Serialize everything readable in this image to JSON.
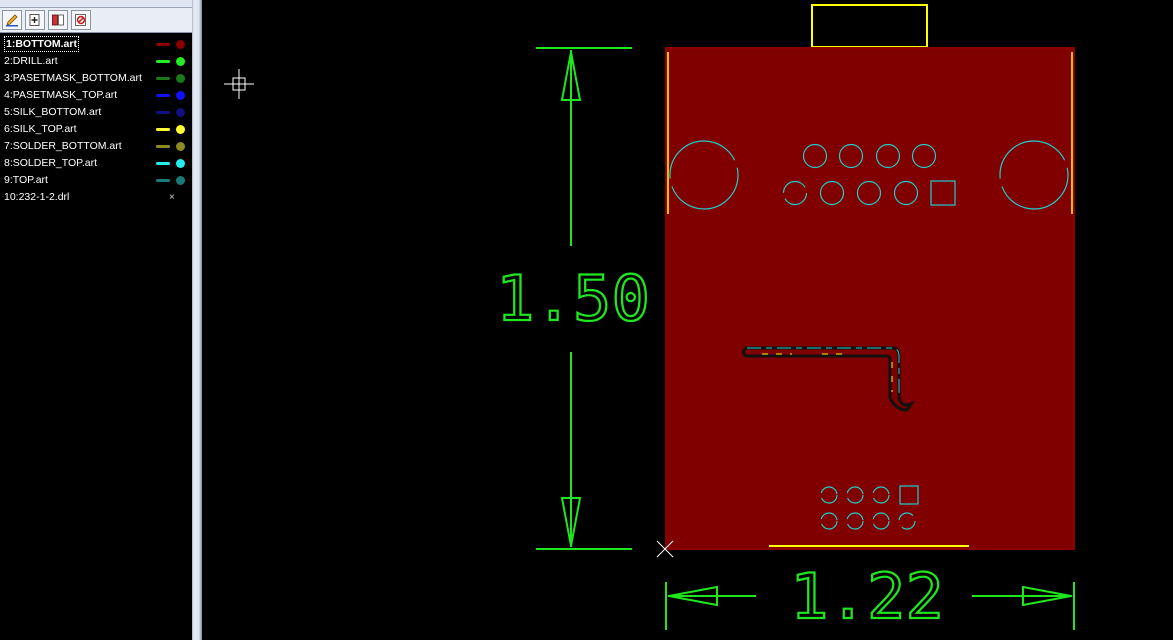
{
  "toolbar": {
    "buttons": [
      {
        "name": "pen-edit-icon"
      },
      {
        "name": "add-layer-icon"
      },
      {
        "name": "layers-icon"
      },
      {
        "name": "layers-delete-icon"
      }
    ]
  },
  "layers": [
    {
      "label": "1:BOTTOM.art",
      "color": "#8b0000",
      "active": true
    },
    {
      "label": "2:DRILL.art",
      "color": "#22ee22"
    },
    {
      "label": "3:PASETMASK_BOTTOM.art",
      "color": "#1a7a1a"
    },
    {
      "label": "4:PASETMASK_TOP.art",
      "color": "#1010ff"
    },
    {
      "label": "5:SILK_BOTTOM.art",
      "color": "#101080"
    },
    {
      "label": "6:SILK_TOP.art",
      "color": "#ffff33"
    },
    {
      "label": "7:SOLDER_BOTTOM.art",
      "color": "#8b8b22"
    },
    {
      "label": "8:SOLDER_TOP.art",
      "color": "#22eeee"
    },
    {
      "label": "9:TOP.art",
      "color": "#1a7a7a"
    },
    {
      "label": "10:232-1-2.drl",
      "color": "",
      "hidden": true
    }
  ],
  "canvas": {
    "height_dimension": "1.50",
    "width_dimension": "1.22",
    "colors": {
      "board_fill": "#800000",
      "board_outline": "#8b0000",
      "dimension": "#1fe61f",
      "silk_top": "#ffff00",
      "solder_top": "#22cccc",
      "cursor": "#ffffff"
    }
  }
}
